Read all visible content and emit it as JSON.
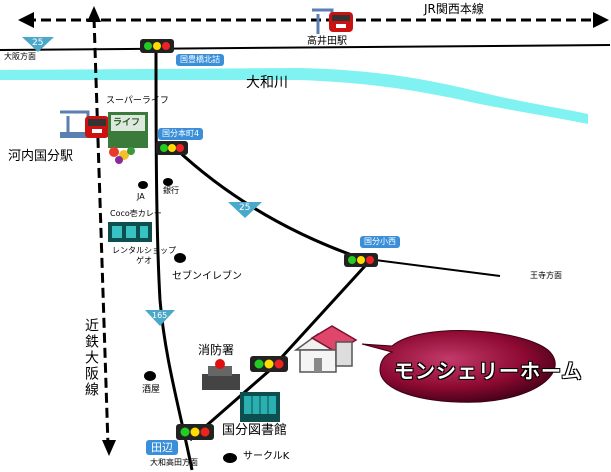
{
  "map": {
    "rail_jr": "JR関西本線",
    "rail_kintetsu": "近鉄大阪線",
    "river": "大和川",
    "stations": {
      "takaida": "高井田駅",
      "kawachi_kokubu": "河内国分駅"
    },
    "direction_labels": {
      "osaka": "大阪方面",
      "oji": "王寺方面",
      "osaka_takadacho": "大和高田方面"
    },
    "intersections": {
      "kokudo_bridge_north": "国豊橋北詰",
      "kokubu_honmachi4": "国分本町4",
      "kokubu_elementary_west": "国分小西",
      "tanabe": "田辺"
    },
    "routes": {
      "r25_top": "25",
      "r25_mid": "25",
      "r165": "165"
    },
    "landmarks": {
      "supermarket": "スーパーライフ",
      "supermarket_sign": "ライフ",
      "ja": "JA",
      "bank": "銀行",
      "coco_curry": "Coco壱カレー",
      "rental_geo": "レンタルショップ\nゲオ",
      "seven_eleven": "セブンイレブン",
      "fire_station": "消防署",
      "liquor": "酒屋",
      "library": "国分図書館",
      "circle_k": "サークルK",
      "home_name": "モンシェリーホーム"
    },
    "colors": {
      "river": "#80f2f2",
      "route_badge": "#4aa8c8",
      "tag_blue": "#3b8fd8",
      "home_fill": "#8e0a32"
    }
  }
}
